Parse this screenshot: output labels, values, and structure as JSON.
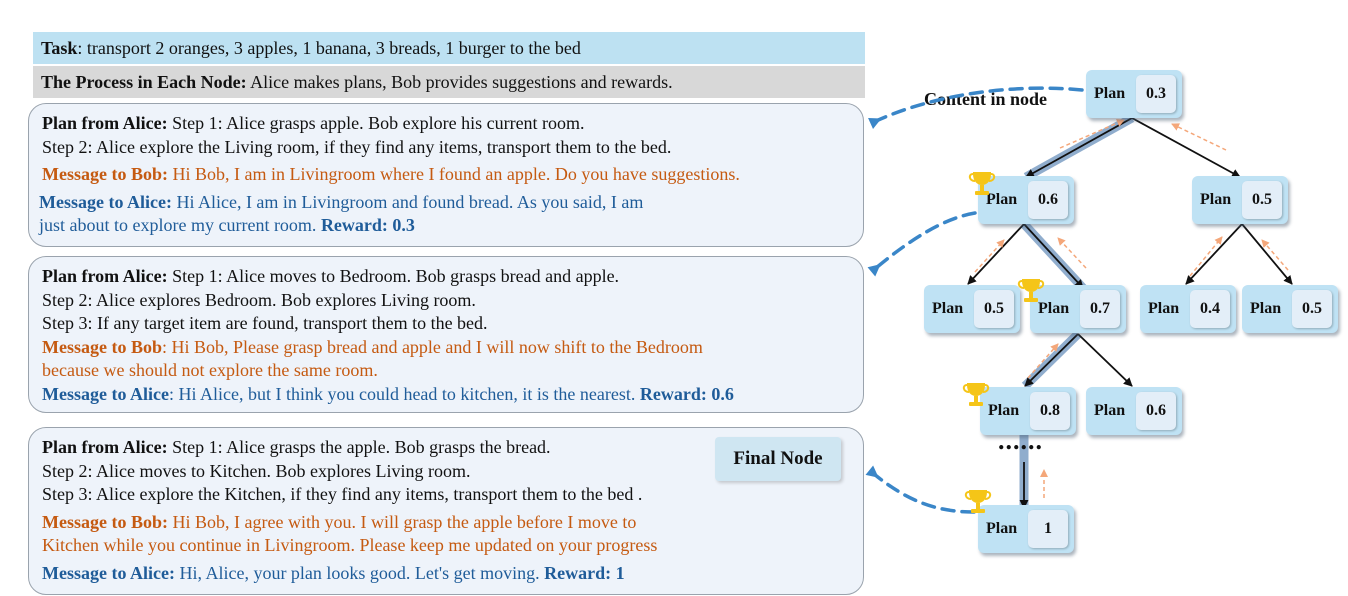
{
  "task": {
    "label": "Task",
    "text": ": transport 2 oranges, 3 apples, 1 banana, 3 breads, 1 burger to the bed"
  },
  "process": {
    "label": "The Process in Each Node:",
    "text": " Alice makes plans, Bob provides suggestions and rewards."
  },
  "panel1": {
    "plan_label": "Plan from Alice:",
    "plan_step1": " Step 1: Alice grasps apple. Bob explore his current room.",
    "plan_step2": "Step 2: Alice explore the Living room, if they find any items, transport them to the bed.",
    "bob_label": "Message to Bob:",
    "bob_text": " Hi Bob, I am in Livingroom where I found an apple. Do you have suggestions.",
    "alice_label": "Message to Alice:",
    "alice_text1": " Hi Alice, I am in Livingroom and found bread. As you said, I am",
    "alice_text2": "just about to explore my current room. ",
    "reward": "Reward: 0.3"
  },
  "panel2": {
    "plan_label": "Plan from Alice:",
    "plan_step1": " Step 1: Alice moves to Bedroom. Bob grasps bread and apple.",
    "plan_step2": "Step 2: Alice explores Bedroom. Bob explores Living room.",
    "plan_step3": "Step 3: If any target item are found, transport  them to the bed.",
    "bob_label": "Message to Bob",
    "bob_text1": ": Hi Bob, Please grasp bread and apple and I will now shift to the Bedroom",
    "bob_text2": "because we should not explore the same room.",
    "alice_label": "Message to Alice",
    "alice_text": ": Hi Alice, but I think you could head to kitchen, it is the nearest. ",
    "reward": "Reward: 0.6"
  },
  "panel3": {
    "plan_label": "Plan from Alice:",
    "plan_step1": " Step 1: Alice grasps the apple. Bob grasps the bread.",
    "plan_step2": "Step 2: Alice moves to Kitchen. Bob explores Living room.",
    "plan_step3": "Step 3: Alice explore the Kitchen, if they find any items, transport them to the bed .",
    "bob_label": "Message to Bob:",
    "bob_text1": " Hi Bob, I agree with you. I will grasp the apple before I move to",
    "bob_text2": "Kitchen while you continue in Livingroom. Please keep me updated on your progress",
    "alice_label": "Message to Alice:",
    "alice_text": " Hi, Alice, your plan looks good. Let's get moving. ",
    "reward": "Reward: 1"
  },
  "final_node_label": "Final Node",
  "content_in_node_label": "Content in node",
  "tree": {
    "node_label": "Plan",
    "ellipsis": "......",
    "nodes": [
      {
        "id": "root",
        "score": "0.3",
        "trophy": false
      },
      {
        "id": "l1a",
        "score": "0.6",
        "trophy": true
      },
      {
        "id": "l1b",
        "score": "0.5",
        "trophy": false
      },
      {
        "id": "l2a",
        "score": "0.5",
        "trophy": false
      },
      {
        "id": "l2b",
        "score": "0.7",
        "trophy": true
      },
      {
        "id": "l2c",
        "score": "0.4",
        "trophy": false
      },
      {
        "id": "l2d",
        "score": "0.5",
        "trophy": false
      },
      {
        "id": "l3a",
        "score": "0.8",
        "trophy": true
      },
      {
        "id": "l3b",
        "score": "0.6",
        "trophy": false
      },
      {
        "id": "final",
        "score": "1",
        "trophy": true
      }
    ]
  },
  "colors": {
    "task_bg": "#bde1f2",
    "process_bg": "#d8d8d8",
    "panel_bg": "#eef3fa",
    "bob_message": "#c55a11",
    "alice_message": "#1f5c99",
    "node_bg": "#bfe2f4",
    "selected_path": "#7d9fc4",
    "dashed_arrow": "#3a86c8",
    "feedback_arrow": "#f4a77a",
    "trophy": "#f5c518"
  }
}
